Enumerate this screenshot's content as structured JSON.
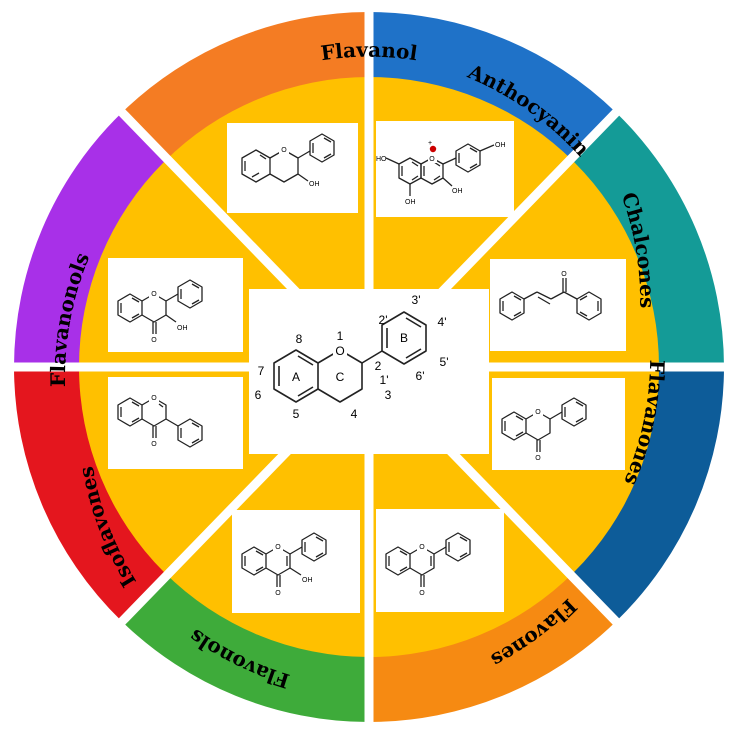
{
  "diagram": {
    "colors": {
      "inner_disk": "#FFC000",
      "flavanol": "#F47C23",
      "anthocyanin": "#1F72C8",
      "chalcones": "#149B97",
      "flavanones": "#0D5C99",
      "flavones": "#F68A12",
      "flavonols": "#3EAB3A",
      "isoflavones": "#E4161E",
      "flavanonols": "#A830E8",
      "anthocyanin_dot": "#CC0000"
    },
    "segments": [
      {
        "id": "flavanol",
        "label": "Flavanol",
        "structure": "flavan-3-ol (2-phenylchroman-3-ol)",
        "atoms": [
          "O",
          "OH"
        ]
      },
      {
        "id": "anthocyanin",
        "label": "Anthocyanin",
        "structure": "flavylium cation with hydroxyl groups",
        "atoms": [
          "HO",
          "O",
          "+",
          "OH",
          "OH",
          "OH"
        ]
      },
      {
        "id": "chalcones",
        "label": "Chalcones",
        "structure": "1,3-diphenylpropenone",
        "atoms": [
          "O"
        ]
      },
      {
        "id": "flavanones",
        "label": "Flavanones",
        "structure": "2-phenylchroman-4-one",
        "atoms": [
          "O",
          "O"
        ]
      },
      {
        "id": "flavones",
        "label": "Flavones",
        "structure": "2-phenylchromen-4-one",
        "atoms": [
          "O",
          "O"
        ]
      },
      {
        "id": "flavonols",
        "label": "Flavonols",
        "structure": "3-hydroxy-2-phenylchromen-4-one",
        "atoms": [
          "O",
          "O",
          "OH"
        ]
      },
      {
        "id": "isoflavones",
        "label": "Isoflavones",
        "structure": "3-phenylchromen-4-one",
        "atoms": [
          "O",
          "O"
        ]
      },
      {
        "id": "flavanonols",
        "label": "Flavanonols",
        "structure": "3-hydroxy-2-phenylchroman-4-one",
        "atoms": [
          "O",
          "O",
          "OH"
        ]
      }
    ],
    "core": {
      "structure": "flavan core (2-phenylchromane)",
      "atom_O": "O",
      "positions": [
        "1",
        "2",
        "3",
        "4",
        "5",
        "6",
        "7",
        "8",
        "1'",
        "2'",
        "3'",
        "4'",
        "5'",
        "6'"
      ],
      "rings": [
        "A",
        "B",
        "C"
      ]
    }
  }
}
